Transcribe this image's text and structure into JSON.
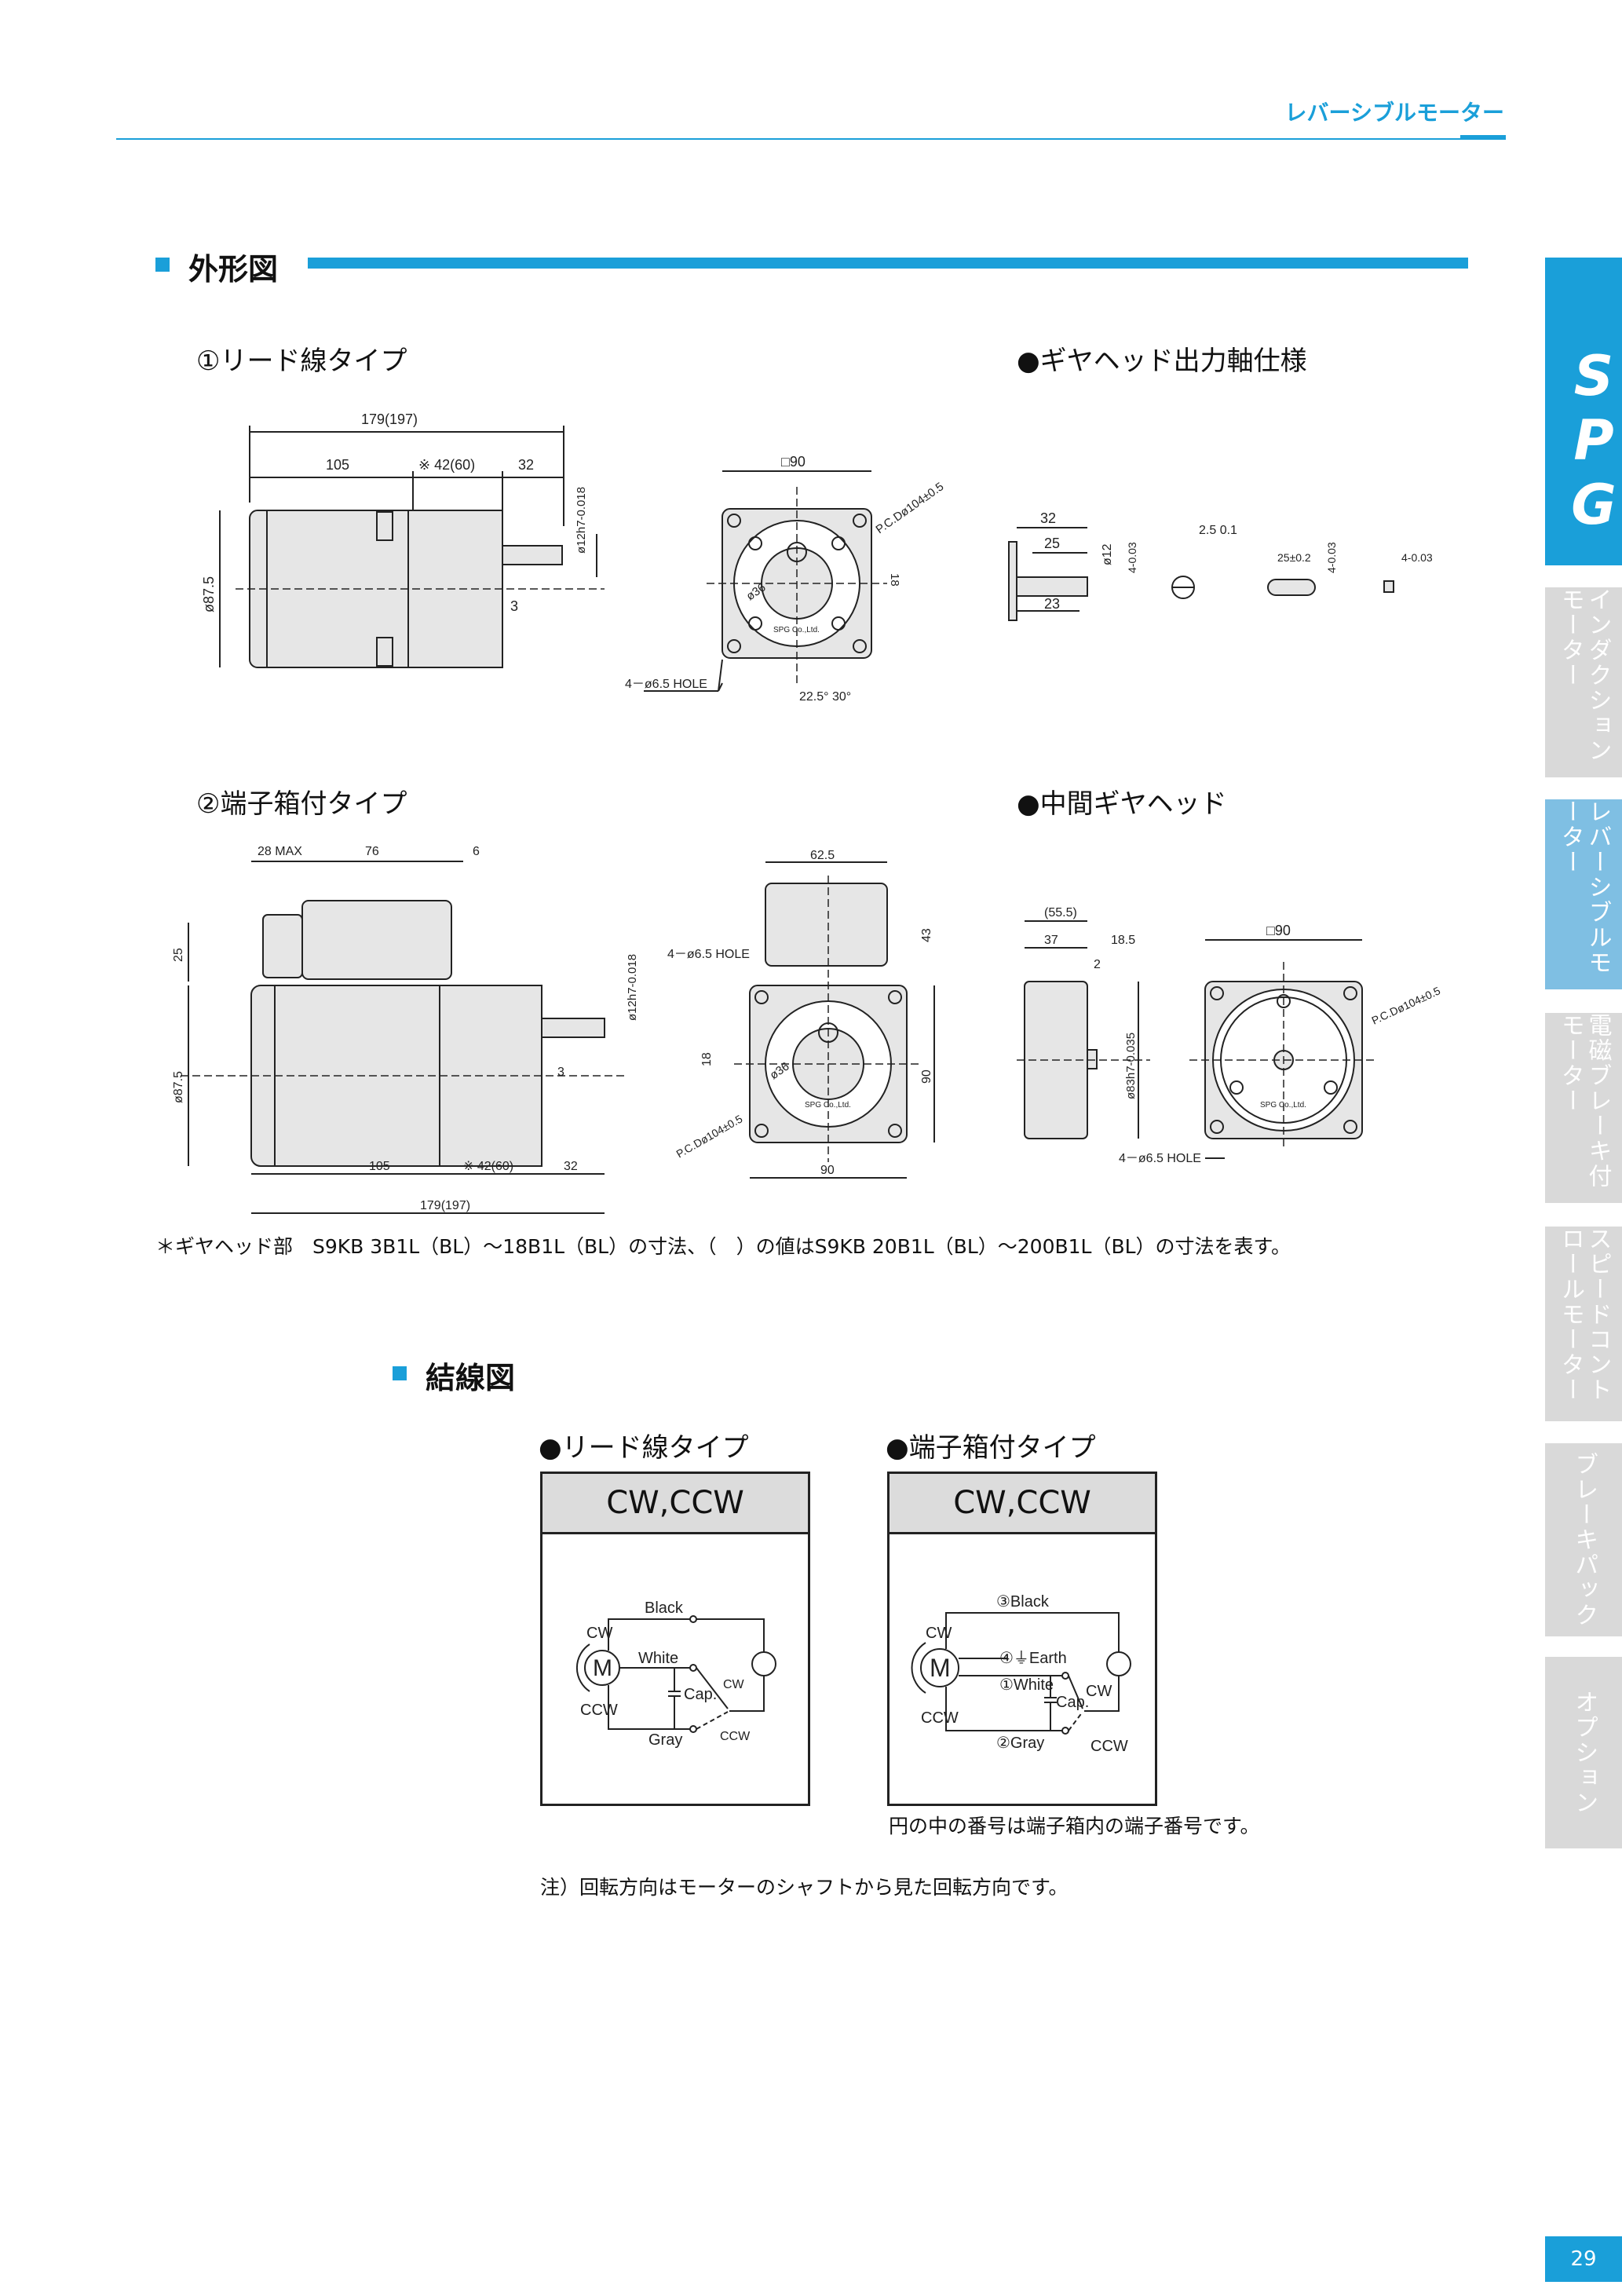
{
  "header": {
    "title": "レバーシブルモーター"
  },
  "section_outline": {
    "title": "外形図"
  },
  "outline": {
    "lead_type": "①リード線タイプ",
    "gear_spec": "●ギヤヘッド出力軸仕様",
    "terminal_type": "②端子箱付タイプ",
    "middle_gear": "●中間ギヤヘッド"
  },
  "dims": {
    "lead_total": "179(197)",
    "lead_105": "105",
    "lead_42": "※ 42(60)",
    "lead_32": "32",
    "lead_shaft": "ø12h7-0.018",
    "lead_dia": "ø87.5",
    "lead_3": "3",
    "front_sq": "□90",
    "front_pcd": "P.C.Dø104±0.5",
    "front_36": "ø36",
    "front_18": "18",
    "front_hole": "4－ø6.5 HOLE",
    "front_angle": "22.5° 30°",
    "front_maker": "SPG Co.,Ltd.",
    "shaft_32": "32",
    "shaft_25": "25",
    "shaft_23": "23",
    "shaft_12": "ø12",
    "shaft_4": "4-0.03",
    "shaft_25b": "2.5 0.1",
    "key_25": "25±0.2",
    "key_4": "4-0.03",
    "key_4b": "4-0.03",
    "term_28": "28 MAX",
    "term_76": "76",
    "term_6": "6",
    "term_25": "25",
    "term_dia": "ø87.5",
    "term_shaft": "ø12h7-0.018",
    "term_3": "3",
    "term_105": "105",
    "term_42": "※ 42(60)",
    "term_32": "32",
    "term_total": "179(197)",
    "tf_625": "62.5",
    "tf_43": "43",
    "tf_90v": "90",
    "tf_90h": "90",
    "tf_hole": "4－ø6.5 HOLE",
    "tf_18": "18",
    "tf_36": "ø36",
    "tf_pcd": "P.C.Dø104±0.5",
    "tf_maker": "SPG Co.,Ltd.",
    "mg_555": "(55.5)",
    "mg_37": "37",
    "mg_185": "18.5",
    "mg_2": "2",
    "mg_83": "ø83h7-0.035",
    "mg_sq": "□90",
    "mg_pcd": "P.C.Dø104±0.5",
    "mg_hole": "4－ø6.5 HOLE",
    "mg_maker": "SPG Co.,Ltd."
  },
  "footnote": "＊ギヤヘッド部　S9KB 3B1L（BL）～18B1L（BL）の寸法、（　）の値はS9KB 20B1L（BL）～200B1L（BL）の寸法を表す。",
  "section_wiring": {
    "title": "結線図"
  },
  "wiring": {
    "lead_label": "●リード線タイプ",
    "terminal_label": "●端子箱付タイプ",
    "lead_box_title": "CW,CCW",
    "terminal_box_title": "CW,CCW",
    "lead": {
      "black": "Black",
      "white": "White",
      "gray": "Gray",
      "cw": "CW",
      "ccw": "CCW",
      "cap": "Cap.",
      "cw2": "CW",
      "ccw2": "CCW",
      "motor": "M"
    },
    "terminal": {
      "black": "③Black",
      "earth": "④⏚Earth",
      "white": "①White",
      "gray": "②Gray",
      "cw": "CW",
      "ccw": "CCW",
      "cap": "Cap.",
      "cw2": "CW",
      "ccw2": "CCW",
      "motor": "M"
    },
    "terminal_note": "円の中の番号は端子箱内の端子番号です。",
    "rotation_note": "注）回転方向はモーターのシャフトから見た回転方向です。"
  },
  "side_tabs": {
    "logo": "SPG",
    "items": [
      "インダクションモーター",
      "レバーシブルモーター",
      "電磁ブレーキ付モーター",
      "スピードコントロールモーター",
      "ブレーキパック",
      "オプション"
    ]
  },
  "page_number": "29",
  "colors": {
    "accent": "#1a9fd9",
    "tab_gray": "#d9d9d9",
    "tab_light": "#7fbfe3"
  }
}
